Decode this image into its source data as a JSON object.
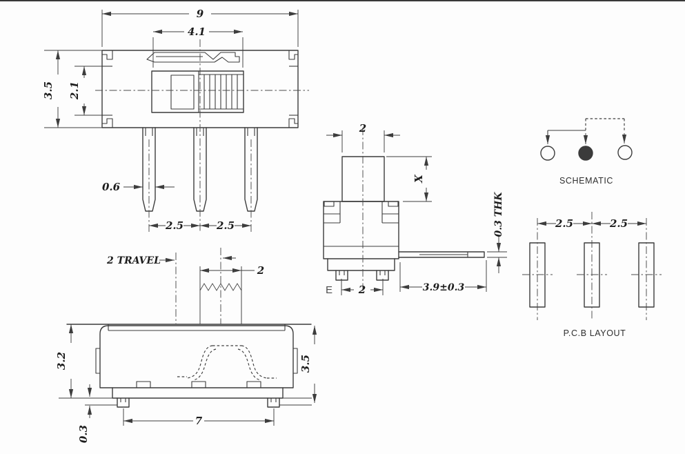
{
  "document": {
    "type": "slide-switch engineering drawing"
  },
  "colors": {
    "background": "#fdfdfd",
    "line": "#3b3b3b",
    "text": "#1d1d1d",
    "filled_contact": "#3b3b3b"
  },
  "top_view": {
    "dim_width": "9",
    "dim_knob_width": "4.1",
    "dim_height": "3.5",
    "dim_inner_height": "2.1",
    "dim_pin_width": "0.6",
    "dim_pitch_left": "2.5",
    "dim_pitch_right": "2.5"
  },
  "side_view": {
    "dim_knob_width": "2",
    "dim_knob_height": "X",
    "dim_thickness": "0.3 THK",
    "dim_terminal_length": "3.9±0.3",
    "label_e": "E",
    "dim_feet_pitch": "2"
  },
  "front_view": {
    "dim_travel": "2 TRAVEL",
    "dim_knob_width": "2",
    "dim_body_height": "3.2",
    "dim_total_height": "3.5",
    "dim_standoff": "0.3",
    "dim_feet_span": "7"
  },
  "schematic": {
    "label": "SCHEMATIC"
  },
  "pcb_layout": {
    "dim_pitch_left": "2.5",
    "dim_pitch_right": "2.5",
    "label": "P.C.B LAYOUT"
  }
}
